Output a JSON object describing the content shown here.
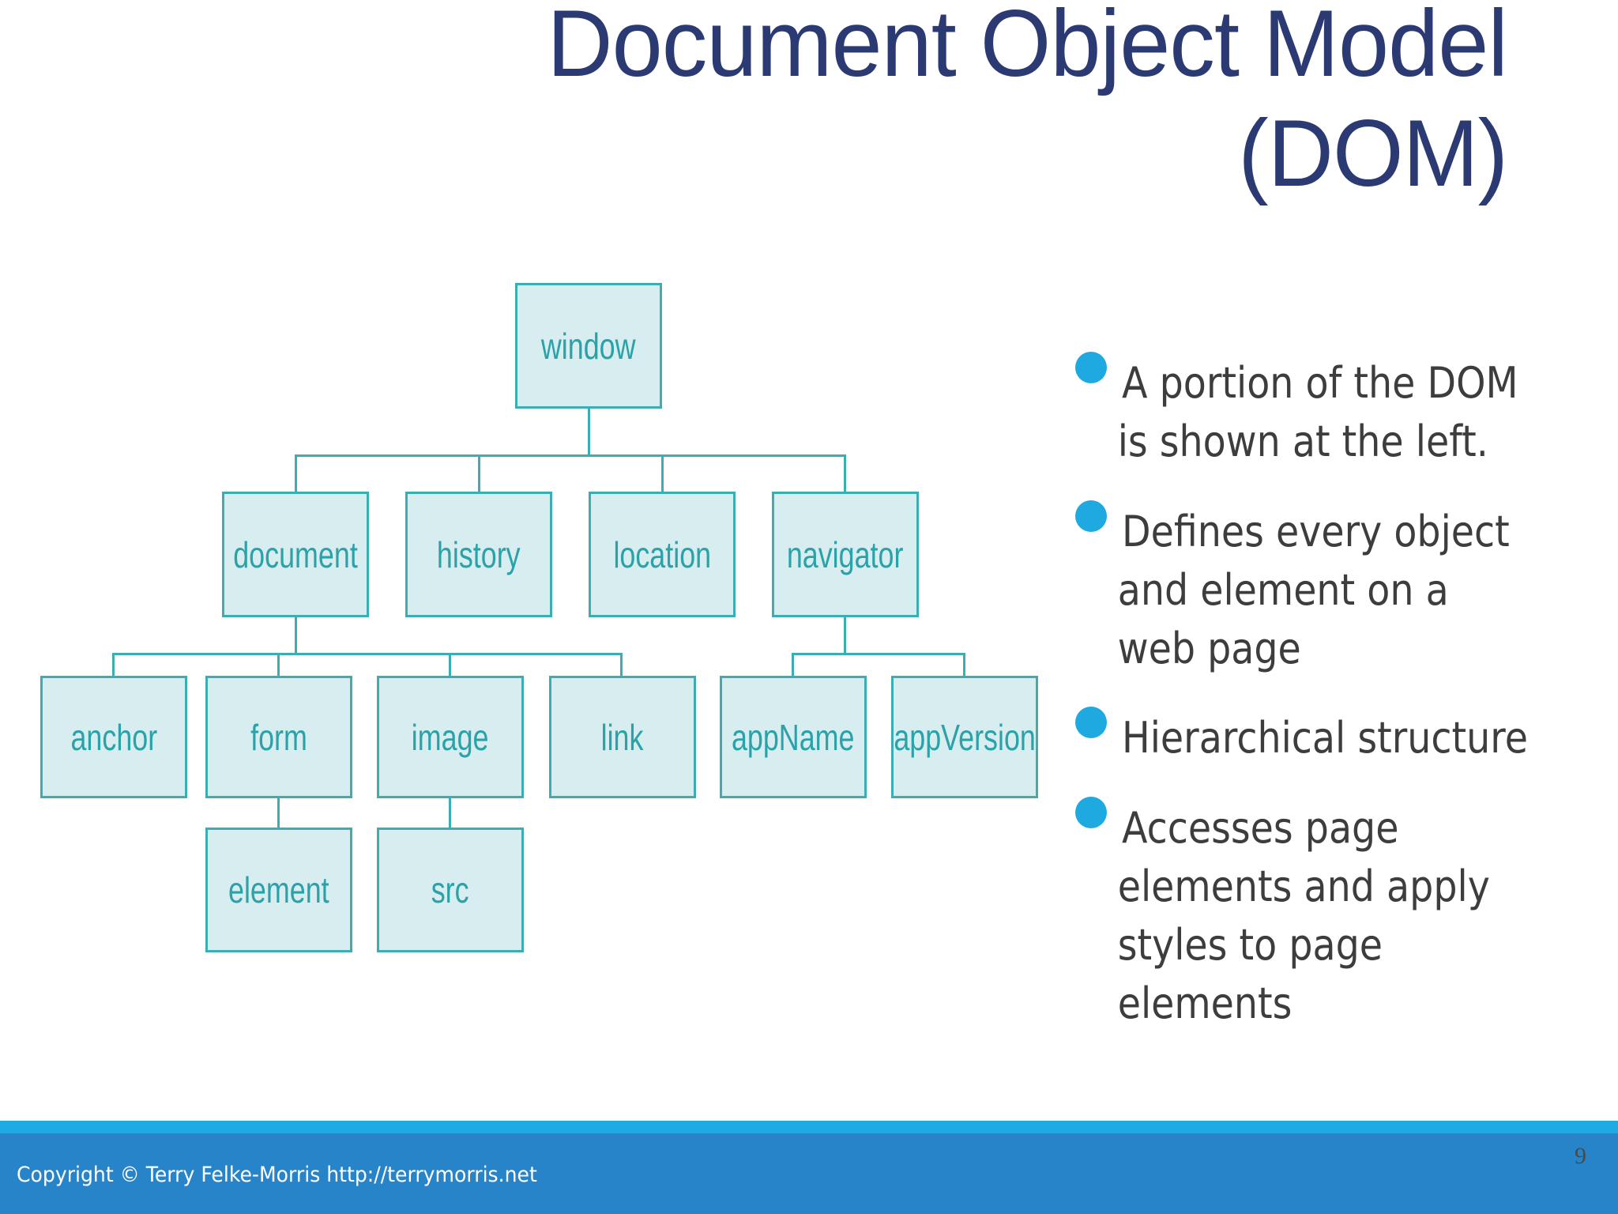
{
  "slide": {
    "title_lines": [
      "Document Object Model",
      "(DOM)"
    ],
    "page_number": "9",
    "footer": "Copyright © Terry Felke-Morris http://terrymorris.net"
  },
  "diagram": {
    "root": "window",
    "level2": [
      "document",
      "history",
      "location",
      "navigator"
    ],
    "document_children": [
      "anchor",
      "form",
      "image",
      "link"
    ],
    "navigator_children": [
      "appName",
      "appVersion"
    ],
    "form_children": [
      "element"
    ],
    "image_children": [
      "src"
    ]
  },
  "bullets": [
    {
      "lines": [
        "A portion of the DOM",
        "is shown at the left."
      ]
    },
    {
      "lines": [
        "Defines every object",
        "and element on a",
        "web page"
      ]
    },
    {
      "lines": [
        "Hierarchical structure"
      ]
    },
    {
      "lines": [
        "Accesses page",
        "elements and apply",
        "styles to page",
        "elements"
      ]
    }
  ],
  "colors": {
    "title": "#2b3a73",
    "node_fill": "#d8edf0",
    "node_border": "#3aaeb3",
    "node_text": "#2aa2a8",
    "bullet_dot": "#1ea9e1",
    "body_text": "#3d3d3d",
    "footer_stripe": "#1eabe3",
    "footer_bg": "#2884c8"
  }
}
